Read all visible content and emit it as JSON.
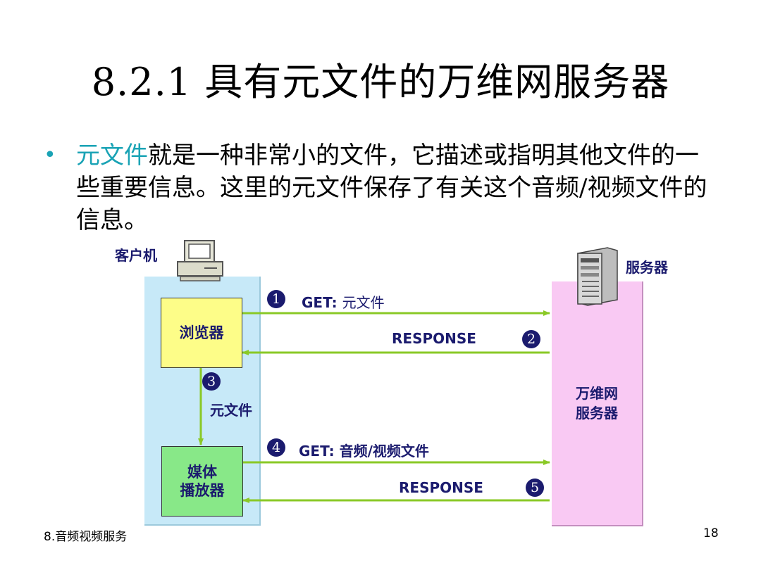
{
  "slide": {
    "title": "8.2.1  具有元文件的万维网服务器",
    "bullet": {
      "keyword": "元文件",
      "text": "就是一种非常小的文件，它描述或指明其他文件的一些重要信息。这里的元文件保存了有关这个音频/视频文件的信息。"
    }
  },
  "diagram": {
    "client_label": "客户机",
    "server_label": "服务器",
    "browser_label": "浏览器",
    "player_label_line1": "媒体",
    "player_label_line2": "播放器",
    "web_server_line1": "万维网",
    "web_server_line2": "服务器",
    "steps": {
      "s1": "1",
      "s2": "2",
      "s3": "3",
      "s4": "4",
      "s5": "5"
    },
    "msg1_prefix": "GET: ",
    "msg1_target": "元文件",
    "msg2": "RESPONSE",
    "msg3": "元文件",
    "msg4_prefix": "GET: ",
    "msg4_target": "音频/视频文件",
    "msg5": "RESPONSE"
  },
  "colors": {
    "accent": "#1aa3b5",
    "arrow": "#8ac926",
    "text_dark": "#1b1b6e",
    "client_bg": "#c7e9f8",
    "server_bg": "#f9c9f3",
    "browser_bg": "#fdfd88",
    "player_bg": "#88e888"
  },
  "footer": {
    "left": "8.音频视频服务",
    "page_number": "18"
  }
}
